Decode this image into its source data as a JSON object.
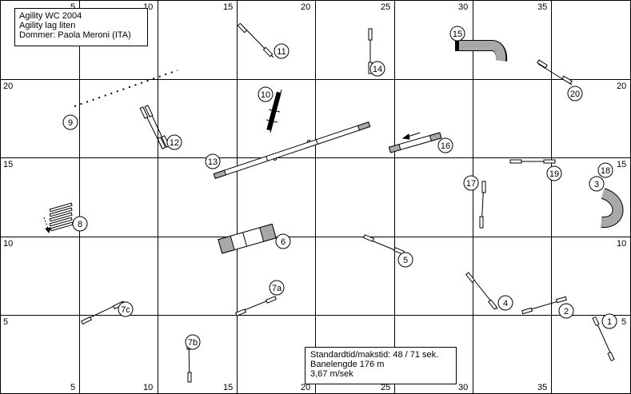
{
  "info": {
    "title": "Agility WC 2004",
    "class": "Agility lag liten",
    "judge": "Dommer: Paola Meroni (ITA)"
  },
  "stats": {
    "sct": "Standardtid/makstid: 48 / 71 sek.",
    "length": "Banelengde 176 m",
    "speed": "3,67 m/sek"
  },
  "grid": {
    "top_labels": [
      "5",
      "10",
      "15",
      "20",
      "25",
      "30",
      "35"
    ],
    "bottom_labels": [
      "5",
      "10",
      "15",
      "20",
      "25",
      "30",
      "35"
    ],
    "left_labels": [
      "20",
      "15",
      "10",
      "5"
    ],
    "right_labels": [
      "20",
      "15",
      "10",
      "5"
    ]
  },
  "obstacle_numbers": [
    "1",
    "2",
    "3",
    "4",
    "5",
    "6",
    "7a",
    "7b",
    "7c",
    "8",
    "9",
    "10",
    "11",
    "12",
    "13",
    "14",
    "15",
    "16",
    "17",
    "18",
    "19",
    "20"
  ]
}
